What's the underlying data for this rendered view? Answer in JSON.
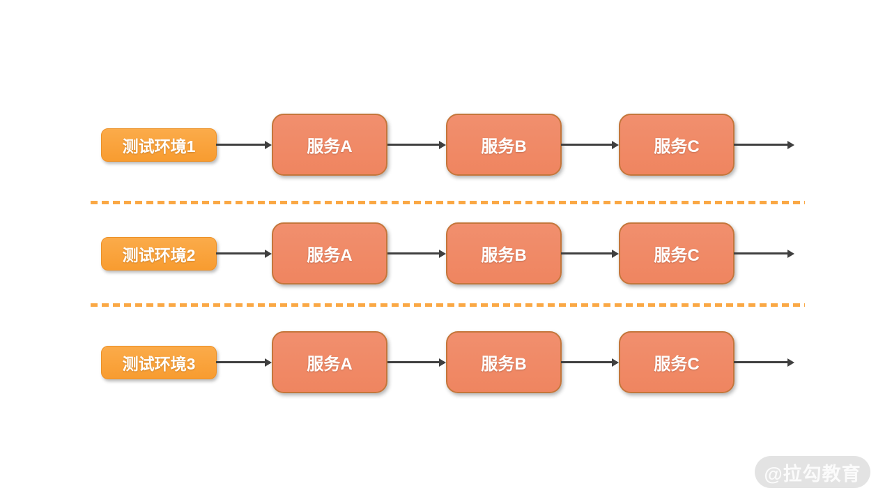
{
  "diagram": {
    "rows": [
      {
        "env": "测试环境1",
        "services": [
          "服务A",
          "服务B",
          "服务C"
        ]
      },
      {
        "env": "测试环境2",
        "services": [
          "服务A",
          "服务B",
          "服务C"
        ]
      },
      {
        "env": "测试环境3",
        "services": [
          "服务A",
          "服务B",
          "服务C"
        ]
      }
    ],
    "colors": {
      "env_box": "#F9A13C",
      "env_box_border": "#EC9128",
      "service_box": "#F08A66",
      "service_box_border": "#C4763B",
      "arrow": "#3F3F3F",
      "divider_dash": "#FAA845",
      "box_text": "#FFFFFF",
      "watermark_bg": "#E3E3E3",
      "watermark_text": "#FBFBFB"
    }
  },
  "watermark": {
    "label": "@拉勾教育"
  }
}
